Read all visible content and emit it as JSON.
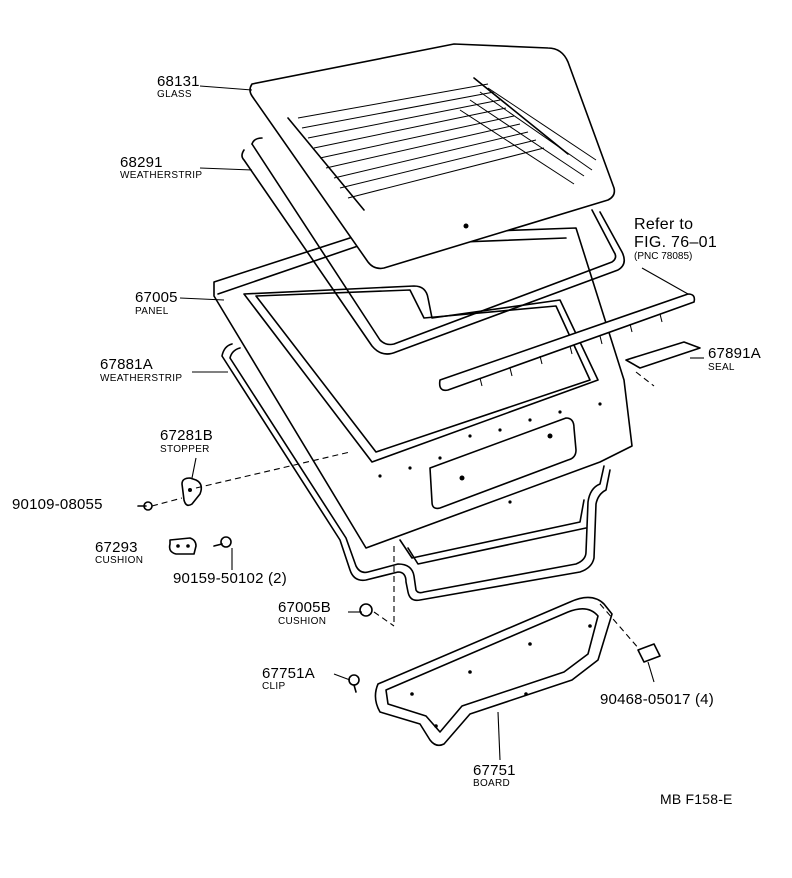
{
  "diagram_code": "MB F158-E",
  "reference": {
    "line1": "Refer to",
    "line2": "FIG. 76–01",
    "line3": "(PNC 78085)"
  },
  "parts": [
    {
      "id": "68131",
      "name": "GLASS"
    },
    {
      "id": "68291",
      "name": "WEATHERSTRIP"
    },
    {
      "id": "67005",
      "name": "PANEL"
    },
    {
      "id": "67881A",
      "name": "WEATHERSTRIP"
    },
    {
      "id": "67891A",
      "name": "SEAL"
    },
    {
      "id": "67281B",
      "name": "STOPPER"
    },
    {
      "id": "90109-08055",
      "name": ""
    },
    {
      "id": "67293",
      "name": "CUSHION"
    },
    {
      "id": "90159-50102 (2)",
      "name": ""
    },
    {
      "id": "67005B",
      "name": "CUSHION"
    },
    {
      "id": "67751A",
      "name": "CLIP"
    },
    {
      "id": "90468-05017 (4)",
      "name": ""
    },
    {
      "id": "67751",
      "name": "BOARD"
    }
  ]
}
